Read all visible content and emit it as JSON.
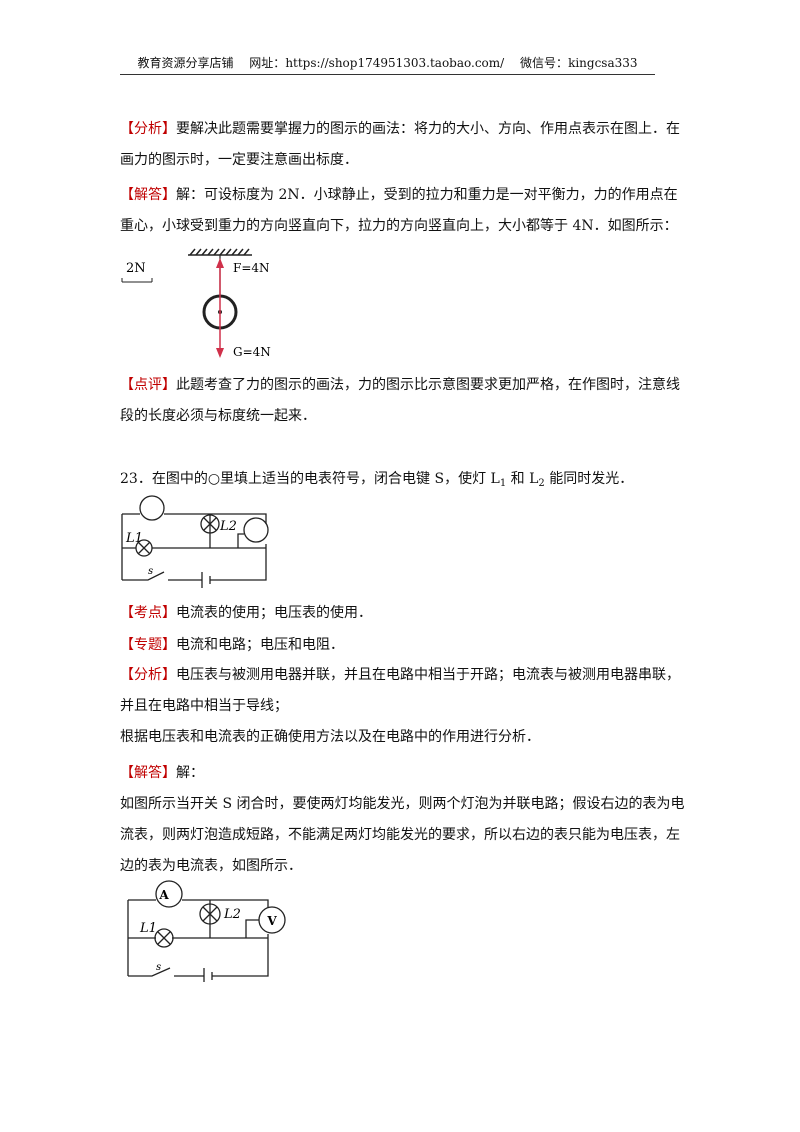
{
  "header": {
    "shop": "教育资源分享店铺",
    "url_label": "网址：",
    "url": "https://shop174951303.taobao.com/",
    "wechat_label": "微信号：",
    "wechat": "kingcsa333"
  },
  "q22": {
    "analysis_tag": "【分析】",
    "analysis_line1": "要解决此题需要掌握力的图示的画法：将力的大小、方向、作用点表示在图上．在",
    "analysis_line2": "画力的图示时，一定要注意画出标度．",
    "answer_tag": "【解答】",
    "answer_line1": "解：可设标度为 2N．小球静止，受到的拉力和重力是一对平衡力，力的作用点在",
    "answer_line2": "重心，小球受到重力的方向竖直向下，拉力的方向竖直向上，大小都等于 4N．如图所示：",
    "figure": {
      "scale_label": "2N",
      "force_up_label": "F=4N",
      "force_down_label": "G=4N"
    },
    "comment_tag": "【点评】",
    "comment_line1": "此题考查了力的图示的画法，力的图示比示意图要求更加严格，在作图时，注意线",
    "comment_line2": "段的长度必须与标度统一起来．"
  },
  "q23": {
    "number": "23．",
    "stem_part1": "在图中的○里填上适当的电表符号，闭合电键 S，使灯 L",
    "stem_sub1": "1",
    "stem_part2": " 和 L",
    "stem_sub2": "2",
    "stem_part3": " 能同时发光．",
    "figure1": {
      "lamp1_label": "L1",
      "lamp2_label": "L2",
      "switch_label": "s"
    },
    "kaodian_tag": "【考点】",
    "kaodian": "电流表的使用；电压表的使用．",
    "zhuanti_tag": "【专题】",
    "zhuanti": "电流和电路；电压和电阻．",
    "analysis_tag": "【分析】",
    "analysis_line1": "电压表与被测用电器并联，并且在电路中相当于开路；电流表与被测用电器串联，",
    "analysis_line2": "并且在电路中相当于导线；",
    "analysis_line3": "根据电压表和电流表的正确使用方法以及在电路中的作用进行分析．",
    "answer_tag": "【解答】",
    "answer_head": "解：",
    "answer_line1": "如图所示当开关 S 闭合时，要使两灯均能发光，则两个灯泡为并联电路；假设右边的表为电",
    "answer_line2": "流表，则两灯泡造成短路，不能满足两灯均能发光的要求，所以右边的表只能为电压表，左",
    "answer_line3": "边的表为电流表，如图所示．",
    "figure2": {
      "meter_left": "A",
      "meter_right": "V",
      "lamp1_label": "L1",
      "lamp2_label": "L2",
      "switch_label": "s"
    }
  }
}
